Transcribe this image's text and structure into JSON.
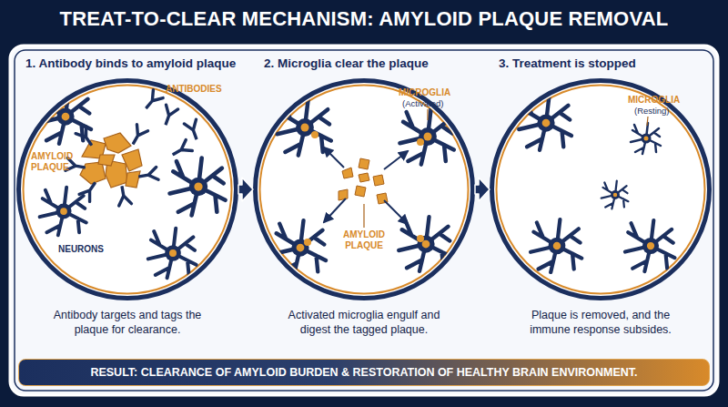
{
  "diagram": {
    "title": "TREAT-TO-CLEAR MECHANISM: AMYLOID PLAQUE REMOVAL",
    "nodes": [
      {
        "text": [
          "1. Antibody binds to amyloid plaque",
          "Antibody targets and tags the plaque for clearance."
        ]
      },
      {
        "text": [
          "2. Microglia clear the plaque",
          "Activated microglia engulf and digest the tagged plaque."
        ]
      },
      {
        "text": [
          "3. Treatment is stopped",
          "Plaque is removed, and the immune response subsides."
        ]
      },
      {
        "text": [
          "RESULT: CLEARANCE OF AMYLOID BURDEN & RESTORATION OF HEALTHY BRAIN ENVIRONMENT."
        ]
      }
    ],
    "edges": [
      {
        "from": 0,
        "to": 1,
        "arrow": "to"
      },
      {
        "from": 1,
        "to": 2,
        "arrow": "to"
      }
    ],
    "labels": [
      "ANTIBODIES",
      "AMYLOID PLAQUE",
      "NEURONS",
      "MICROGLIA",
      "(Activated)",
      "AMYLOID PLAQUE",
      "MICROGLIA",
      "(Resting)"
    ]
  }
}
